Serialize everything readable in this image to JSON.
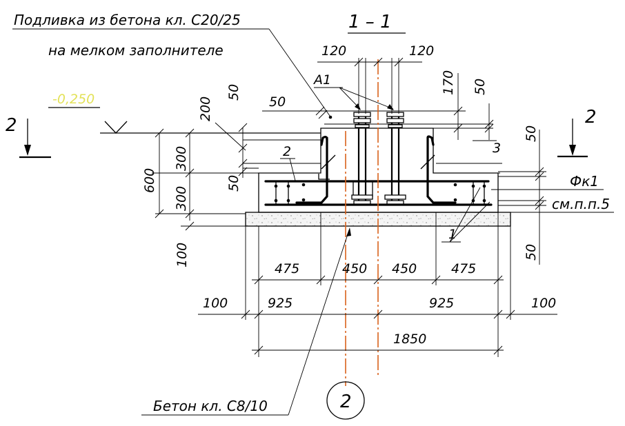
{
  "section_title": "1 – 1",
  "callouts": {
    "grout_line1": "Подливка из бетона кл. С20/25",
    "grout_line2": "на мелком заполнителе",
    "lean_concrete": "Бетон кл. С8/10",
    "anchor_bolt": "А1",
    "frame": "Фк1",
    "see_item": "см.п.п.5",
    "pos_1": "1",
    "pos_2": "2",
    "pos_3": "3",
    "axis_label": "2"
  },
  "level": "-0,250",
  "section_cut": {
    "left": "2",
    "right": "2"
  },
  "dimensions": {
    "bolt_offset_left": "120",
    "bolt_offset_right": "120",
    "bolt_top_170": "170",
    "bolt_top_50": "50",
    "grout_50": "50",
    "left_200": "200",
    "left_50_top": "50",
    "left_300_upper": "300",
    "left_50_lower": "50",
    "left_600": "600",
    "left_300_lower": "300",
    "left_100": "100",
    "right_50_top": "50",
    "right_50_bottom": "50",
    "bottom_475_left": "475",
    "bottom_450_left": "450",
    "bottom_450_right": "450",
    "bottom_475_right": "475",
    "bottom_100_left": "100",
    "bottom_925_left": "925",
    "bottom_925_right": "925",
    "bottom_100_right": "100",
    "bottom_1850": "1850"
  },
  "colors": {
    "lines": "#000000",
    "axis": "#d9601a",
    "level_text": "#e3e25a",
    "lean_concrete_fill": "#f4f4f4"
  }
}
